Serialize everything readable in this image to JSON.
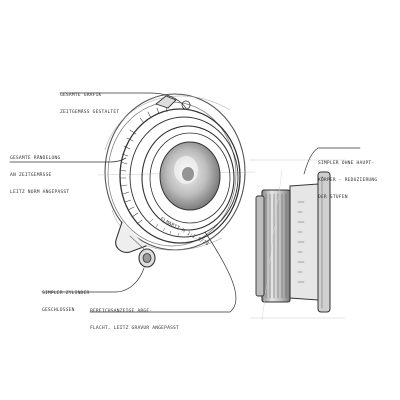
{
  "annotations": [
    {
      "id": "top",
      "lines": [
        "Gesamte Grafik",
        "zeitgemäss gestaltet"
      ]
    },
    {
      "id": "knurl",
      "lines": [
        "Gesamte Rändelung",
        "an Zeitgemässe",
        "Leitz Norm angepasst"
      ]
    },
    {
      "id": "lug",
      "lines": [
        "Simpler Zylinder",
        "Geschlossen"
      ]
    },
    {
      "id": "bottom",
      "lines": [
        "Bereichsanzeige Abge-",
        "Flacht, Leitz Gravur angepasst"
      ]
    },
    {
      "id": "right",
      "lines": [
        "Simpler ohne Haupt-",
        "körper - Reduzierung",
        "der Stufen"
      ]
    }
  ],
  "lens_engraving": "ELMARIT-M 1:2.8/28",
  "colors": {
    "ink": "#333333",
    "ink_light": "#9a9a9a",
    "shade": "#c8c8c8",
    "paper": "#ffffff"
  }
}
